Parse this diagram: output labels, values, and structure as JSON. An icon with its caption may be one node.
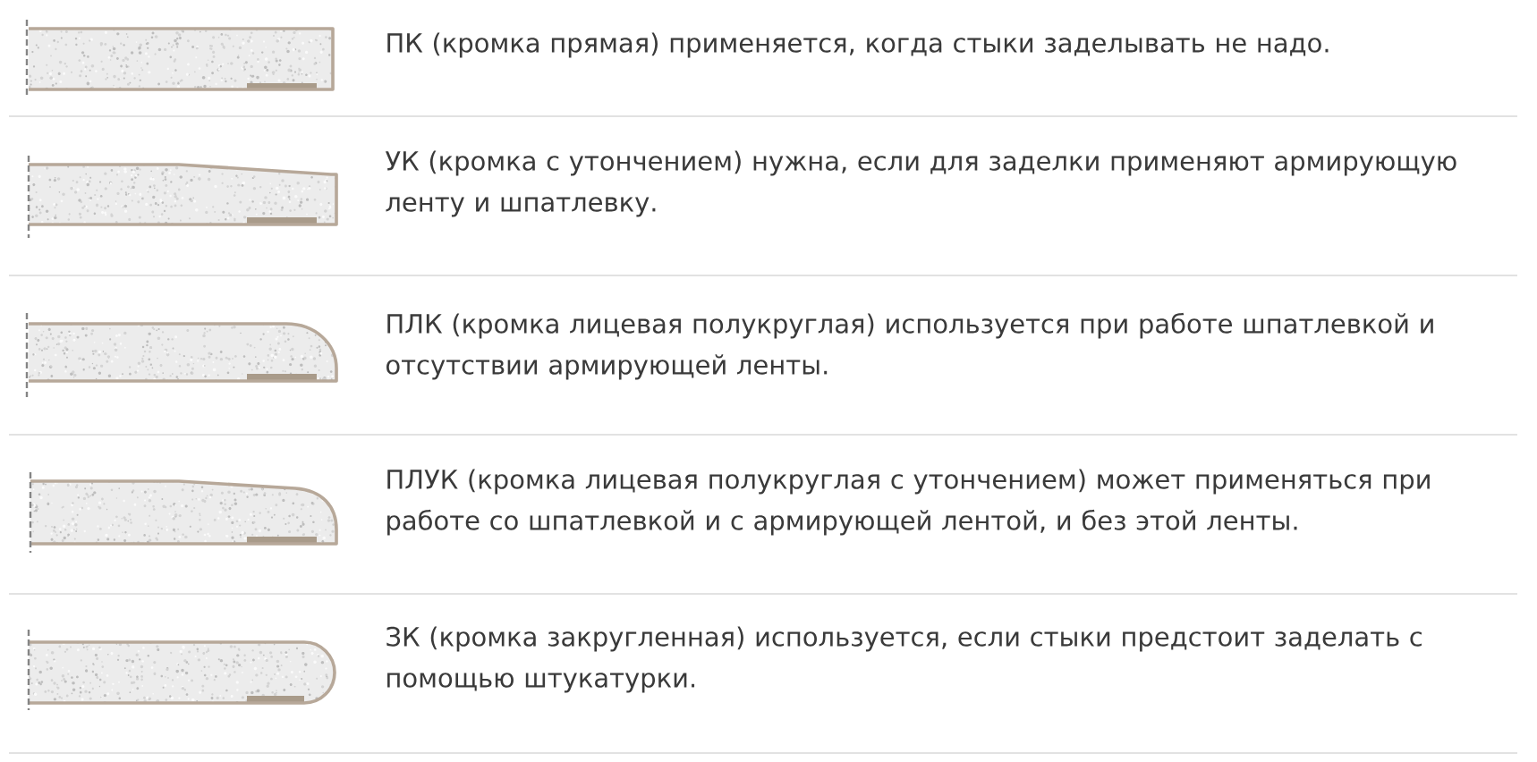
{
  "diagram": {
    "labels": [
      "ПК (кромка прямая) применяется, когда стыки заделывать не надо.",
      "УК (кромка с утончением) нужна, если для заделки применяют армирующую ленту и шпатлевку.",
      "ПЛК (кромка лицевая полукруглая) используется при работе шпатлевкой и отсутствии армирующей ленты.",
      "ПЛУК (кромка лицевая полукруглая с утончением) может применяться при работе со шпатлевкой и с армирующей лентой, и без этой ленты.",
      "ЗК (кромка закругленная) используется, если стыки предстоит заделать с помощью штукатурки."
    ]
  }
}
